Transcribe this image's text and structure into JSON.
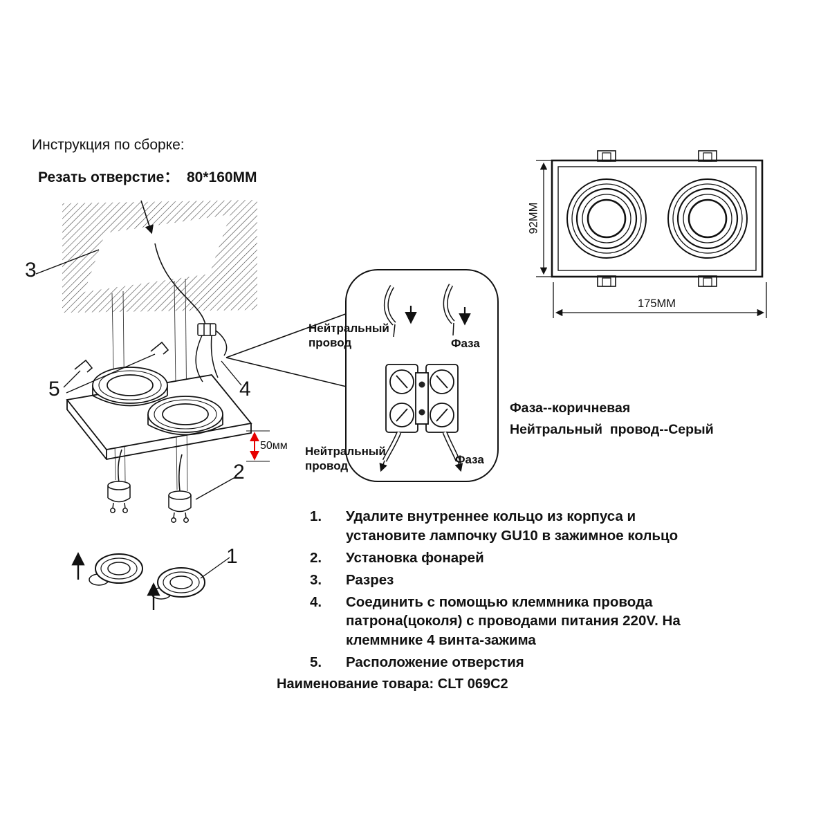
{
  "header": {
    "title": "Инструкция по сборке:",
    "cut_hole": "Резать отверстие：  80*160MM"
  },
  "callouts": {
    "c1": "1",
    "c2": "2",
    "c3": "3",
    "c4": "4",
    "c5": "5",
    "depth": "50мм"
  },
  "balloon": {
    "neutral_top": "Нейтральный\nпровод",
    "phase_top": "Фаза",
    "neutral_bottom": "Нейтральный\nпровод",
    "phase_bottom": "Фаза"
  },
  "wire_note": "Фаза--коричневая\nНейтральный  провод--Серый",
  "dimensions": {
    "height": "92MM",
    "width": "175MM"
  },
  "instructions": {
    "items": [
      {
        "num": "1.",
        "text": "Удалите внутреннее кольцо из корпуса и установите лампочку GU10 в зажимное кольцо"
      },
      {
        "num": "2.",
        "text": "Установка фонарей"
      },
      {
        "num": "3.",
        "text": "Разрез"
      },
      {
        "num": "4.",
        "text": "Соединить с помощью клеммника провода патрона(цоколя) с проводами питания 220V. На клеммнике 4 винта-зажима"
      },
      {
        "num": "5.",
        "text": "Расположение отверстия"
      }
    ]
  },
  "footer": {
    "product": "Наименование товара: CLT 069C2"
  }
}
